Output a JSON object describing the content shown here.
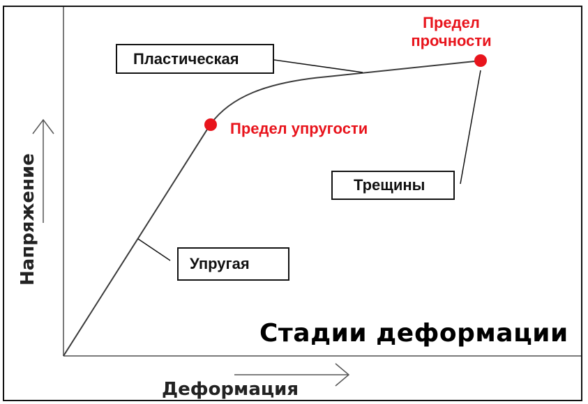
{
  "diagram": {
    "title": "Стадии деформации",
    "x_axis_label": "Деформация",
    "y_axis_label": "Напряжение",
    "stage_labels": {
      "plastic": "Пластическая",
      "elastic": "Упругая",
      "cracks": "Трещины"
    },
    "points": {
      "elastic_limit": "Предел упругости",
      "strength_limit_line1": "Предел",
      "strength_limit_line2": "прочности"
    },
    "colors": {
      "curve": "#3a3a3a",
      "axes": "#7a7a7a",
      "point": "#e8141c",
      "point_text": "#e8141c",
      "text": "#111111"
    }
  }
}
